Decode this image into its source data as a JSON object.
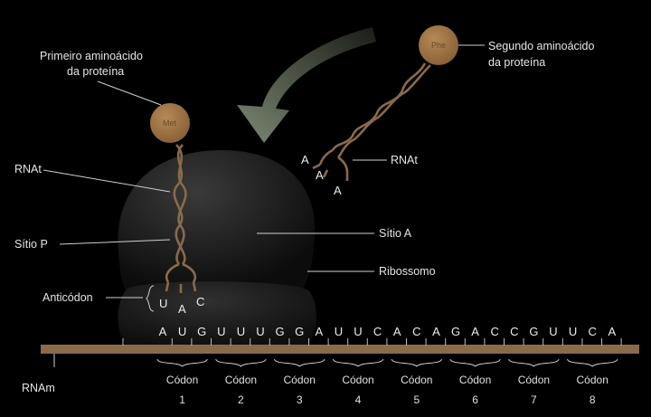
{
  "labels": {
    "first_amino_acid": [
      "Primeiro aminoácido",
      "da proteína"
    ],
    "second_amino_acid": [
      "Segundo aminoácido",
      "da proteína"
    ],
    "trna_left": "RNAt",
    "trna_right": "RNAt",
    "site_p": "Sítio P",
    "site_a": "Sítio A",
    "ribosome": "Ribossomo",
    "anticodon": "Anticódon",
    "mrna": "RNAm"
  },
  "amino_acids": {
    "first": "Met",
    "second": "Phe"
  },
  "anticodon_bases": [
    "U",
    "A",
    "C"
  ],
  "incoming_anticodon_bases": [
    "A",
    "A",
    "A"
  ],
  "mrna_bases": [
    "A",
    "U",
    "G",
    "U",
    "U",
    "U",
    "G",
    "G",
    "A",
    "U",
    "U",
    "C",
    "A",
    "C",
    "A",
    "G",
    "A",
    "C",
    "C",
    "G",
    "U",
    "U",
    "C",
    "A"
  ],
  "codon_label": "Códon",
  "codon_numbers": [
    "1",
    "2",
    "3",
    "4",
    "5",
    "6",
    "7",
    "8"
  ],
  "colors": {
    "background": "#000000",
    "mrna_strand": "#8a6a4a",
    "amino_acid": "#9c7446",
    "ribosome": "#1c1c1c",
    "arrow": "#6f7a66"
  }
}
